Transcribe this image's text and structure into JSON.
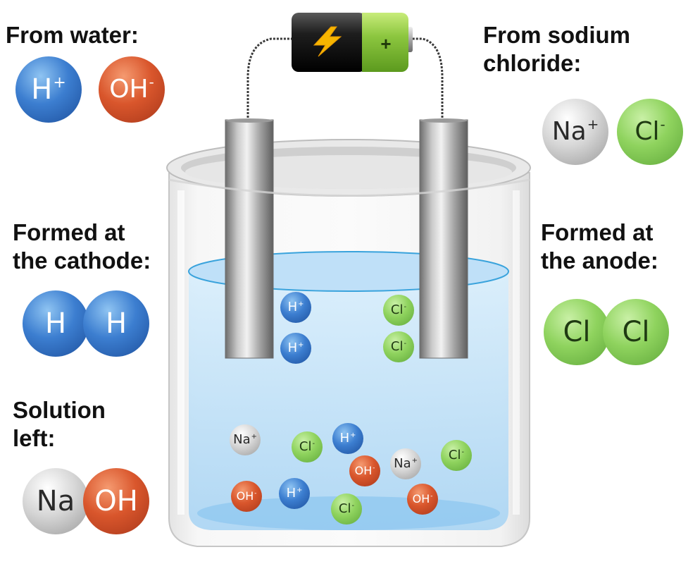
{
  "headings": {
    "from_water": "From water:",
    "from_sodium_chloride_1": "From sodium",
    "from_sodium_chloride_2": "chloride:",
    "formed_cathode_1": "Formed at",
    "formed_cathode_2": "the cathode:",
    "formed_anode_1": "Formed at",
    "formed_anode_2": "the anode:",
    "solution_left_1": "Solution",
    "solution_left_2": "left:"
  },
  "legend_ions": {
    "water": [
      {
        "symbol": "H",
        "charge": "+",
        "color": "blue"
      },
      {
        "symbol": "OH",
        "charge": "-",
        "color": "red"
      }
    ],
    "sodium_chloride": [
      {
        "symbol": "Na",
        "charge": "+",
        "color": "grey"
      },
      {
        "symbol": "Cl",
        "charge": "-",
        "color": "green"
      }
    ]
  },
  "products": {
    "cathode": [
      "H",
      "H"
    ],
    "anode": [
      "Cl",
      "Cl"
    ],
    "solution": [
      "Na",
      "OH"
    ]
  },
  "battery": {
    "positive_label": "+",
    "bolt_icon": "lightning-bolt-icon"
  },
  "beaker_ions": [
    {
      "symbol": "H",
      "charge": "+",
      "color": "blue"
    },
    {
      "symbol": "H",
      "charge": "+",
      "color": "blue"
    },
    {
      "symbol": "Cl",
      "charge": "-",
      "color": "green"
    },
    {
      "symbol": "Cl",
      "charge": "-",
      "color": "green"
    },
    {
      "symbol": "Na",
      "charge": "+",
      "color": "grey"
    },
    {
      "symbol": "Cl",
      "charge": "-",
      "color": "green"
    },
    {
      "symbol": "H",
      "charge": "+",
      "color": "blue"
    },
    {
      "symbol": "OH",
      "charge": "-",
      "color": "red"
    },
    {
      "symbol": "Na",
      "charge": "+",
      "color": "grey"
    },
    {
      "symbol": "Cl",
      "charge": "-",
      "color": "green"
    },
    {
      "symbol": "OH",
      "charge": "-",
      "color": "red"
    },
    {
      "symbol": "H",
      "charge": "+",
      "color": "blue"
    },
    {
      "symbol": "Cl",
      "charge": "-",
      "color": "green"
    },
    {
      "symbol": "OH",
      "charge": "-",
      "color": "red"
    }
  ],
  "colors": {
    "hydrogen": "#3c7ed0",
    "hydroxide": "#d9562c",
    "sodium": "#d6d6d6",
    "chlorine": "#8fd35e",
    "battery_black": "#1a1a1a",
    "battery_green": "#8cc63f",
    "solution": "#cfe8fb"
  }
}
